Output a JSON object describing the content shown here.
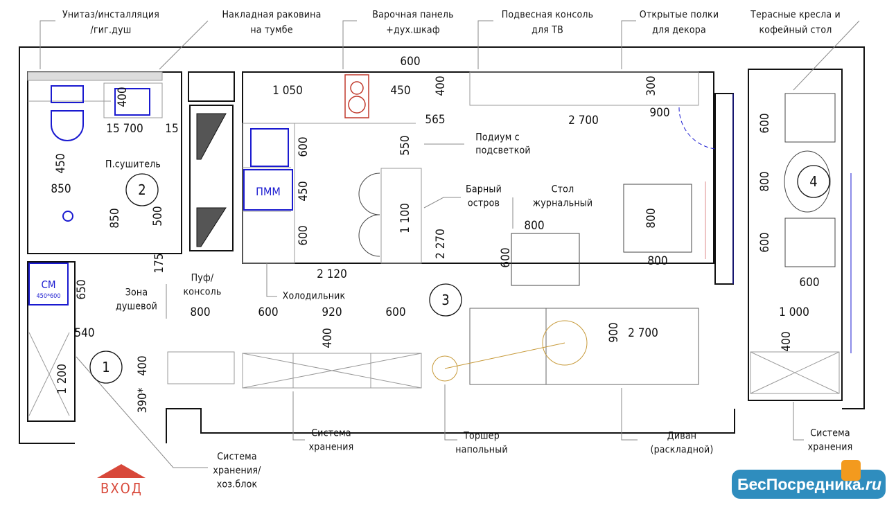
{
  "callouts": [
    "Унитаз/инсталляция",
    "/гиг.душ",
    "Накладная раковина",
    "на тумбе",
    "Варочная панель",
    "+дух.шкаф",
    "Подвесная консоль",
    "для ТВ",
    "Открытые полки",
    "для декора",
    "Терасные кресла и",
    "кофейный стол",
    "Подиум с",
    "подсветкой",
    "П.сушитель",
    "Барный",
    "остров",
    "Стол",
    "журнальный",
    "Зона",
    "душевой",
    "Пуф/",
    "консоль",
    "Холодильник",
    "Система",
    "хранения",
    "Торшер",
    "напольный",
    "Диван",
    "(раскладной)",
    "Система",
    "хранения",
    "Система",
    "хранения/",
    "хоз.блок"
  ],
  "dims": [
    "600",
    "1 050",
    "450",
    "400",
    "300",
    "400",
    "15 700",
    "15",
    "565",
    "2 700",
    "900",
    "600",
    "550",
    "450",
    "850",
    "850",
    "500",
    "450",
    "600",
    "1 100",
    "2 270",
    "800",
    "800",
    "800",
    "600",
    "175",
    "650",
    "2 120",
    "800",
    "600",
    "920",
    "600",
    "400",
    "900",
    "2 700",
    "540",
    "1 200",
    "400",
    "390*",
    "600",
    "800",
    "600",
    "600",
    "1 000",
    "400"
  ],
  "rooms": [
    "1",
    "2",
    "3",
    "4"
  ],
  "appliances": {
    "dishwasher": "ПММ",
    "washer": "СМ",
    "washer_size": "450*600"
  },
  "entrance": "ВХОД",
  "logo": {
    "name": "БесПосредника",
    "tld": ".ru"
  },
  "colors": {
    "wall": "#111111",
    "plumbing": "#1a1ad0",
    "stove": "#c0392b",
    "entrance": "#d8483a",
    "dimension": "#e8a0a0",
    "logo": "#2f8dbe"
  }
}
